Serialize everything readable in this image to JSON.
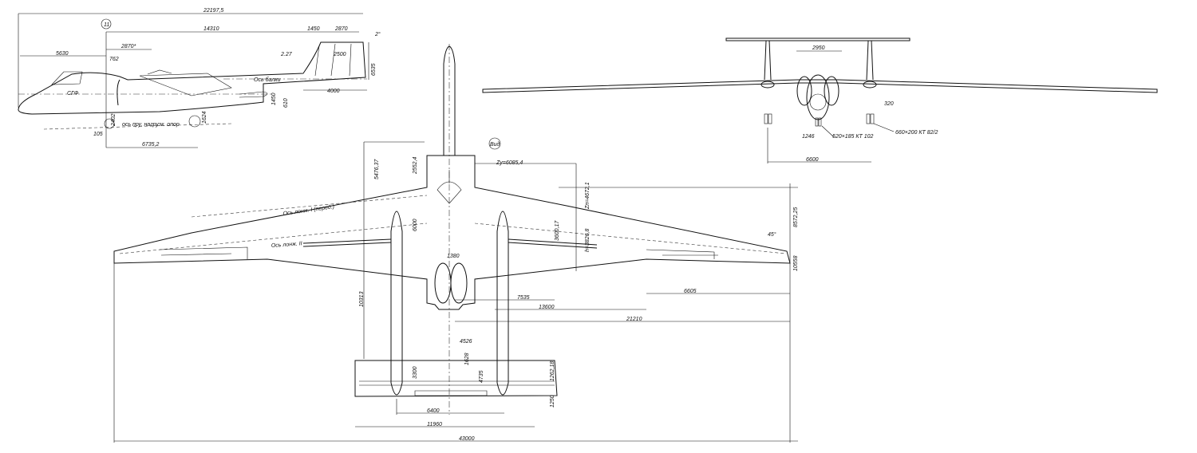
{
  "side_view": {
    "overall_length": "22197,5",
    "frame_marker": "11",
    "dim_14310": "14310",
    "dim_1450": "1450",
    "dim_2870": "2870",
    "dim_5630": "5630",
    "dim_2870s": "2870*",
    "dim_762": "762",
    "dim_227": "2.27",
    "dim_2500": "2500",
    "dim_6535": "6535",
    "beam_axis": "Ось балки",
    "sgf": "СГФ",
    "dim_4000": "4000",
    "dim_610": "610",
    "dim_1450b": "1450",
    "dim_2402": "2402",
    "dim_1624": "1624",
    "ground_note": "ось пру. нагрузк. опор",
    "dim_105": "105",
    "dim_67352": "6735,2",
    "angle_2": "2°"
  },
  "front_view": {
    "dim_2950": "2950",
    "dim_320": "320",
    "main_tire": "660×200 КТ 82/2",
    "nose_tire": "520×185 КТ 102",
    "dim_1246": "1246",
    "track": "6600"
  },
  "plan_view": {
    "view_marker": "Вид",
    "dim_547637": "5476,37",
    "dim_25524": "2552,4",
    "dim_zy": "Zу=6085,4",
    "dim_zp": "Zп=4672,1",
    "dim_h": "h=3826,8",
    "dim_360017": "3600,17",
    "dim_6000": "6000",
    "dim_1380": "1380",
    "dim_7535": "7535",
    "dim_13600": "13600",
    "dim_21210": "21210",
    "dim_6605": "6605",
    "dim_10313": "10313",
    "dim_4526": "4526",
    "dim_1628": "1628",
    "dim_3300": "3300",
    "dim_4735": "4735",
    "dim_126218": "1262,18",
    "dim_1250": "1250",
    "dim_6400": "6400",
    "dim_11960": "11960",
    "span": "43000",
    "dim_857225": "8572,25",
    "angle_45": "45°",
    "dim_10558": "10558",
    "spar1": "Ось лонж. I (перед.)",
    "spar2": "Ось лонж. II"
  }
}
